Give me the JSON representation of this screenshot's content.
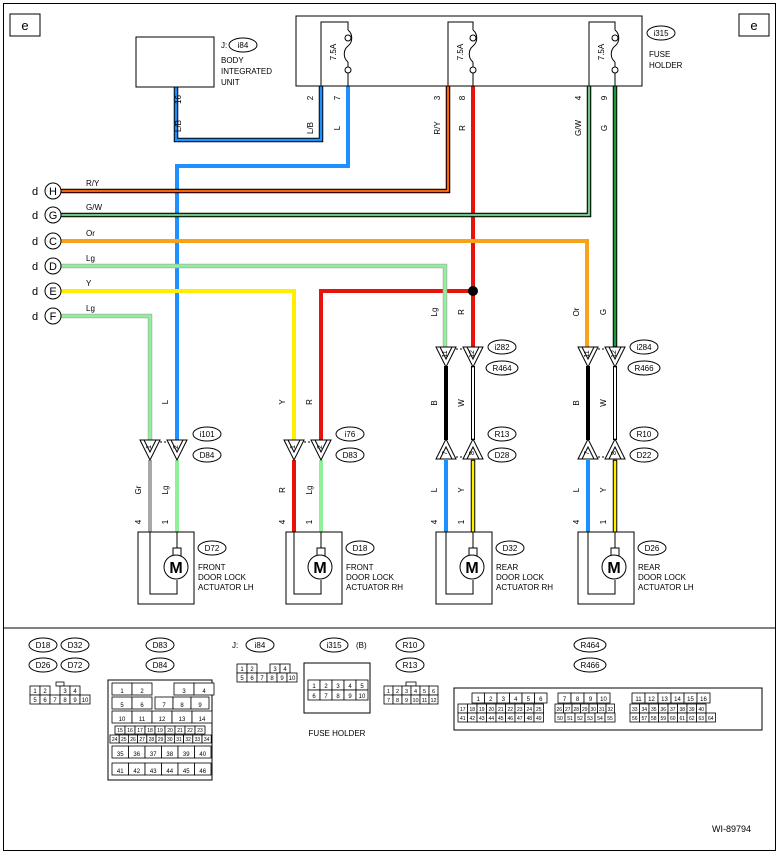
{
  "page": {
    "corner_left": "e",
    "corner_right": "e",
    "figure_id": "WI-89794"
  },
  "body_unit": {
    "conn_prefix": "J:",
    "conn": "i84",
    "name": [
      "BODY",
      "INTEGRATED",
      "UNIT"
    ],
    "pin": "16",
    "wire": "L/B"
  },
  "fuse_holder": {
    "conn": "i315",
    "name": [
      "FUSE",
      "HOLDER"
    ],
    "rating": "7.5A",
    "pins": [
      "2",
      "7",
      "3",
      "8",
      "4",
      "9"
    ],
    "wires": [
      "L/B",
      "L",
      "R/Y",
      "R",
      "G/W",
      "G"
    ]
  },
  "offpage": [
    {
      "prefix": "d",
      "letter": "H",
      "wire": "R/Y"
    },
    {
      "prefix": "d",
      "letter": "G",
      "wire": "G/W"
    },
    {
      "prefix": "d",
      "letter": "C",
      "wire": "Or"
    },
    {
      "prefix": "d",
      "letter": "D",
      "wire": "Lg"
    },
    {
      "prefix": "d",
      "letter": "E",
      "wire": "Y"
    },
    {
      "prefix": "d",
      "letter": "F",
      "wire": "Lg"
    }
  ],
  "connectors": [
    {
      "id": "i101",
      "mate": "D84",
      "pins": [
        "1",
        "2"
      ],
      "wires_above": [
        "",
        "L"
      ],
      "wires_below": [
        "Gr",
        "Lg"
      ]
    },
    {
      "id": "i76",
      "mate": "D83",
      "pins": [
        "1",
        "2"
      ],
      "wires_above": [
        "Y",
        "R"
      ],
      "wires_below": [
        "R",
        "Lg"
      ]
    },
    {
      "id": "i282",
      "mate": "R464",
      "pins": [
        "11",
        "12"
      ],
      "wires_above": [
        "Lg",
        "R"
      ],
      "wires_below": [
        "B",
        "W"
      ]
    },
    {
      "id": "i284",
      "mate": "R466",
      "pins": [
        "11",
        "12"
      ],
      "wires_above": [
        "Or",
        "G"
      ],
      "wires_below": [
        "B",
        "W"
      ]
    },
    {
      "id": "R13",
      "mate": "D28",
      "pins": [
        "7",
        "8"
      ],
      "wires_below": [
        "L",
        "Y"
      ]
    },
    {
      "id": "R10",
      "mate": "D22",
      "pins": [
        "7",
        "8"
      ],
      "wires_below": [
        "L",
        "Y"
      ]
    }
  ],
  "actuators": [
    {
      "id": "D72",
      "name": [
        "FRONT",
        "DOOR LOCK",
        "ACTUATOR LH"
      ],
      "pins": [
        "4",
        "1"
      ],
      "symbol": "M"
    },
    {
      "id": "D18",
      "name": [
        "FRONT",
        "DOOR LOCK",
        "ACTUATOR RH"
      ],
      "pins": [
        "4",
        "1"
      ],
      "symbol": "M"
    },
    {
      "id": "D32",
      "name": [
        "REAR",
        "DOOR LOCK",
        "ACTUATOR RH"
      ],
      "pins": [
        "4",
        "1"
      ],
      "symbol": "M"
    },
    {
      "id": "D26",
      "name": [
        "REAR",
        "DOOR LOCK",
        "ACTUATOR LH"
      ],
      "pins": [
        "4",
        "1"
      ],
      "symbol": "M"
    }
  ],
  "connector_views": {
    "d18_group": {
      "labels": [
        "D18",
        "D32",
        "D26",
        "D72"
      ],
      "rows": [
        [
          "1",
          "2",
          "3",
          "4"
        ],
        [
          "5",
          "6",
          "7",
          "8",
          "9",
          "10"
        ]
      ]
    },
    "d83_group": {
      "labels": [
        "D83",
        "D84"
      ],
      "rows": [
        [
          "1",
          "2",
          "3",
          "4"
        ],
        [
          "5",
          "6",
          "7",
          "8",
          "9"
        ],
        [
          "10",
          "11",
          "12",
          "13",
          "14"
        ],
        [
          "15",
          "16",
          "17",
          "18",
          "19",
          "20",
          "21",
          "22",
          "23"
        ],
        [
          "24",
          "25",
          "26",
          "27",
          "28",
          "29",
          "30",
          "31",
          "32",
          "33",
          "34"
        ],
        [
          "35",
          "36",
          "37",
          "38",
          "39",
          "40"
        ],
        [
          "41",
          "42",
          "43",
          "44",
          "45",
          "46"
        ]
      ]
    },
    "i84_group": {
      "prefix": "J:",
      "label": "i84",
      "rows": [
        [
          "1",
          "2",
          "3",
          "4"
        ],
        [
          "5",
          "6",
          "7",
          "8",
          "9",
          "10"
        ]
      ]
    },
    "i315_group": {
      "label": "i315",
      "suffix": "(B)",
      "caption": "FUSE HOLDER",
      "rows": [
        [
          "1",
          "2",
          "3",
          "4",
          "5"
        ],
        [
          "6",
          "7",
          "8",
          "9",
          "10"
        ]
      ]
    },
    "r10_group": {
      "labels": [
        "R10",
        "R13"
      ],
      "rows": [
        [
          "1",
          "2",
          "3",
          "4",
          "5",
          "6"
        ],
        [
          "7",
          "8",
          "9",
          "10",
          "11",
          "12"
        ]
      ]
    },
    "r464_group": {
      "labels": [
        "R464",
        "R466"
      ],
      "rows": [
        [
          "1",
          "2",
          "3",
          "4",
          "5",
          "6",
          "7",
          "8",
          "9",
          "10",
          "11",
          "12",
          "13",
          "14",
          "15",
          "16"
        ],
        [
          "17",
          "18",
          "19",
          "20",
          "21",
          "22",
          "23",
          "24",
          "25",
          "26",
          "27",
          "28",
          "29",
          "30",
          "31",
          "32",
          "33",
          "34",
          "35",
          "36",
          "37",
          "38",
          "39",
          "40"
        ],
        [
          "41",
          "42",
          "43",
          "44",
          "45",
          "46",
          "47",
          "48",
          "49",
          "50",
          "51",
          "52",
          "53",
          "54",
          "55",
          "56",
          "57",
          "58",
          "59",
          "60",
          "61",
          "62",
          "63",
          "64"
        ]
      ]
    }
  },
  "colors": {
    "red": "#e8120c",
    "blue": "#1e90ff",
    "green": "#1f9a3a",
    "light_green": "#8ff09a",
    "yellow": "#ffee00",
    "orange": "#f7a21b",
    "black": "#000000",
    "white": "#ffffff",
    "gray": "#a8a8a8"
  }
}
